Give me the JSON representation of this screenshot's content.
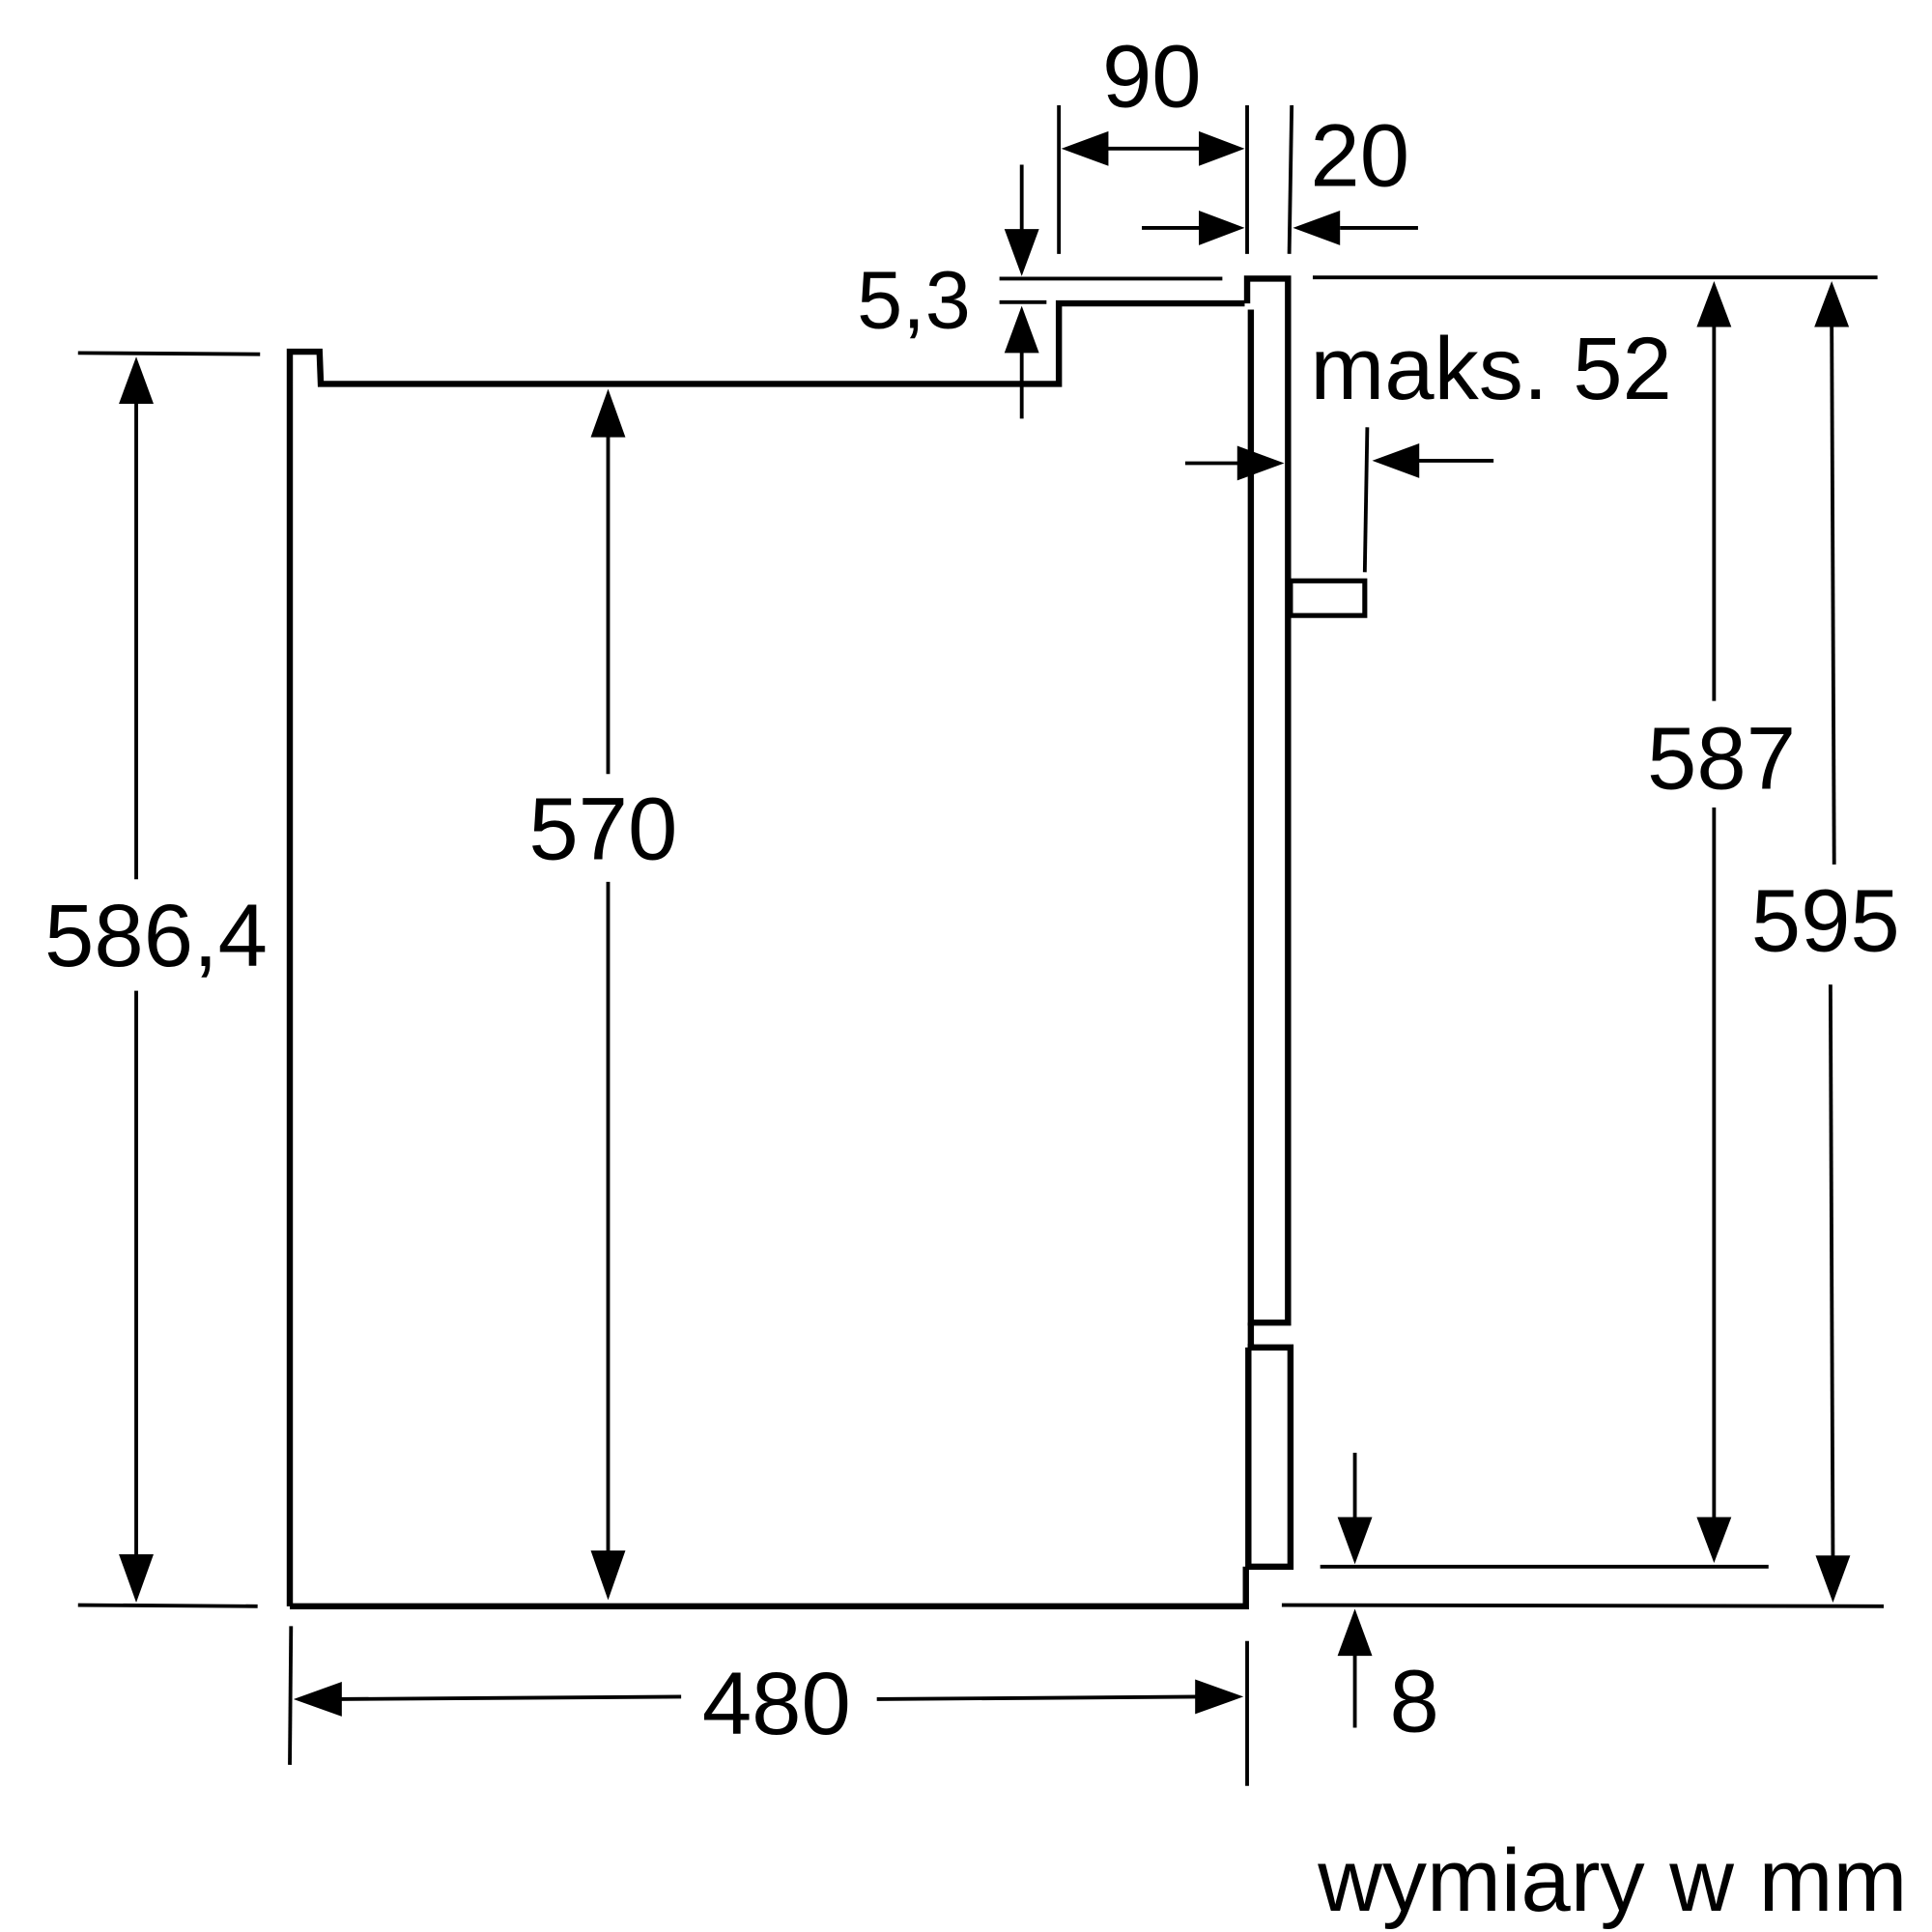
{
  "title": "Oven installation dimensions",
  "units_note": "wymiary w mm",
  "dimensions": {
    "depth_body": "480",
    "height_left": "586,4",
    "height_inner": "570",
    "height_front": "587",
    "height_total": "595",
    "top_step": "5,3",
    "top_offset": "90",
    "front_panel": "20",
    "handle_max": "maks. 52",
    "bottom_gap": "8"
  },
  "colors": {
    "line": "#000000",
    "background": "#ffffff"
  }
}
